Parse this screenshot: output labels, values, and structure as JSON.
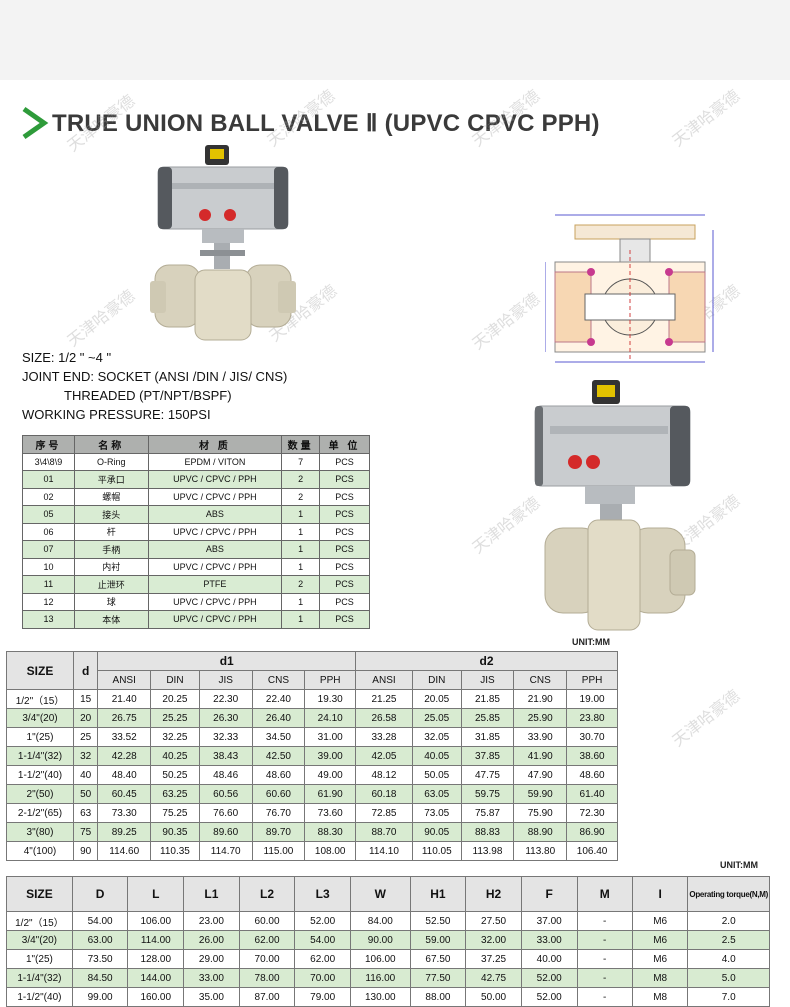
{
  "title": "TRUE UNION BALL VALVE Ⅱ (UPVC  CPVC  PPH)",
  "watermark": "天津哈豪德",
  "specs": {
    "size": "SIZE:  1/2 \"  ~4 \"",
    "joint_end": "JOINT END: SOCKET (ANSI /DIN / JIS/ CNS)",
    "threaded": "THREADED (PT/NPT/BSPF)",
    "working_pressure": "WORKING  PRESSURE: 150PSI"
  },
  "parts_table": {
    "headers": [
      "序号",
      "名称",
      "材  质",
      "数量",
      "单  位"
    ],
    "rows": [
      [
        "3\\4\\8\\9",
        "O-Ring",
        "EPDM / VITON",
        "7",
        "PCS"
      ],
      [
        "01",
        "平承口",
        "UPVC / CPVC / PPH",
        "2",
        "PCS"
      ],
      [
        "02",
        "螺帽",
        "UPVC / CPVC / PPH",
        "2",
        "PCS"
      ],
      [
        "05",
        "接头",
        "ABS",
        "1",
        "PCS"
      ],
      [
        "06",
        "杆",
        "UPVC / CPVC / PPH",
        "1",
        "PCS"
      ],
      [
        "07",
        "手柄",
        "ABS",
        "1",
        "PCS"
      ],
      [
        "10",
        "内衬",
        "UPVC / CPVC / PPH",
        "1",
        "PCS"
      ],
      [
        "11",
        "止泄环",
        "PTFE",
        "2",
        "PCS"
      ],
      [
        "12",
        "球",
        "UPVC / CPVC / PPH",
        "1",
        "PCS"
      ],
      [
        "13",
        "本体",
        "UPVC / CPVC / PPH",
        "1",
        "PCS"
      ]
    ]
  },
  "unit_label": "UNIT:MM",
  "dim_table": {
    "size_header": "SIZE",
    "d_header": "d",
    "d1_header": "d1",
    "d2_header": "d2",
    "sub_headers": [
      "ANSI",
      "DIN",
      "JIS",
      "CNS",
      "PPH",
      "ANSI",
      "DIN",
      "JIS",
      "CNS",
      "PPH"
    ],
    "rows": [
      [
        "1/2\"（15）",
        "15",
        "21.40",
        "20.25",
        "22.30",
        "22.40",
        "19.30",
        "21.25",
        "20.05",
        "21.85",
        "21.90",
        "19.00"
      ],
      [
        "3/4\"(20)",
        "20",
        "26.75",
        "25.25",
        "26.30",
        "26.40",
        "24.10",
        "26.58",
        "25.05",
        "25.85",
        "25.90",
        "23.80"
      ],
      [
        "1\"(25)",
        "25",
        "33.52",
        "32.25",
        "32.33",
        "34.50",
        "31.00",
        "33.28",
        "32.05",
        "31.85",
        "33.90",
        "30.70"
      ],
      [
        "1-1/4\"(32)",
        "32",
        "42.28",
        "40.25",
        "38.43",
        "42.50",
        "39.00",
        "42.05",
        "40.05",
        "37.85",
        "41.90",
        "38.60"
      ],
      [
        "1-1/2\"(40)",
        "40",
        "48.40",
        "50.25",
        "48.46",
        "48.60",
        "49.00",
        "48.12",
        "50.05",
        "47.75",
        "47.90",
        "48.60"
      ],
      [
        "2\"(50)",
        "50",
        "60.45",
        "63.25",
        "60.56",
        "60.60",
        "61.90",
        "60.18",
        "63.05",
        "59.75",
        "59.90",
        "61.40"
      ],
      [
        "2-1/2\"(65)",
        "63",
        "73.30",
        "75.25",
        "76.60",
        "76.70",
        "73.60",
        "72.85",
        "73.05",
        "75.87",
        "75.90",
        "72.30"
      ],
      [
        "3\"(80)",
        "75",
        "89.25",
        "90.35",
        "89.60",
        "89.70",
        "88.30",
        "88.70",
        "90.05",
        "88.83",
        "88.90",
        "86.90"
      ],
      [
        "4\"(100)",
        "90",
        "114.60",
        "110.35",
        "114.70",
        "115.00",
        "108.00",
        "114.10",
        "110.05",
        "113.98",
        "113.80",
        "106.40"
      ]
    ]
  },
  "body_table": {
    "headers": [
      "SIZE",
      "D",
      "L",
      "L1",
      "L2",
      "L3",
      "W",
      "H1",
      "H2",
      "F",
      "M",
      "I",
      "Operating torque(N,M)"
    ],
    "rows": [
      [
        "1/2\"（15）",
        "54.00",
        "106.00",
        "23.00",
        "60.00",
        "52.00",
        "84.00",
        "52.50",
        "27.50",
        "37.00",
        "-",
        "M6",
        "2.0"
      ],
      [
        "3/4\"(20)",
        "63.00",
        "114.00",
        "26.00",
        "62.00",
        "54.00",
        "90.00",
        "59.00",
        "32.00",
        "33.00",
        "-",
        "M6",
        "2.5"
      ],
      [
        "1\"(25)",
        "73.50",
        "128.00",
        "29.00",
        "70.00",
        "62.00",
        "106.00",
        "67.50",
        "37.25",
        "40.00",
        "-",
        "M6",
        "4.0"
      ],
      [
        "1-1/4\"(32)",
        "84.50",
        "144.00",
        "33.00",
        "78.00",
        "70.00",
        "116.00",
        "77.50",
        "42.75",
        "52.00",
        "-",
        "M8",
        "5.0"
      ],
      [
        "1-1/2\"(40)",
        "99.00",
        "160.00",
        "35.00",
        "87.00",
        "79.00",
        "130.00",
        "88.00",
        "50.00",
        "52.00",
        "-",
        "M8",
        "7.0"
      ]
    ]
  },
  "colors": {
    "accent_green": "#2e9b3a",
    "row_green": "#d8ebd1",
    "header_gray": "#aeb0ae",
    "valve_body": "#d8d2bd",
    "actuator": "#c9cccf"
  }
}
